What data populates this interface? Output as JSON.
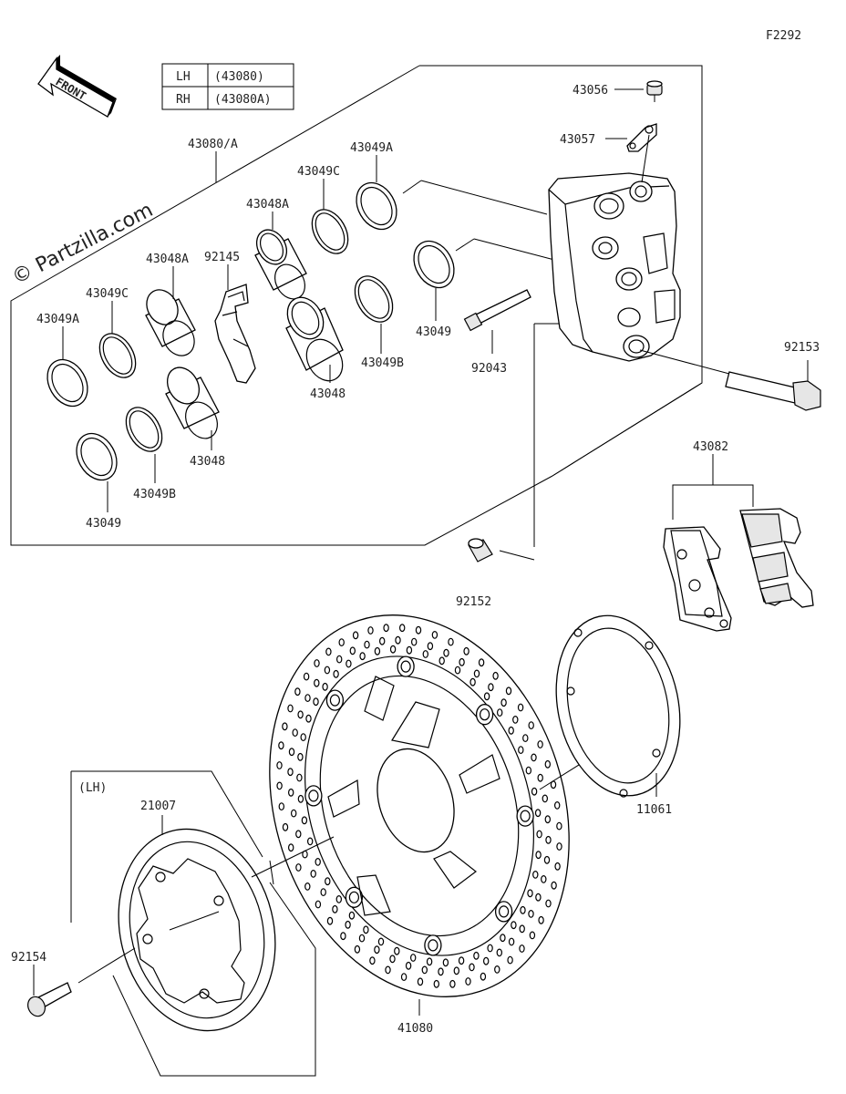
{
  "figure_code": "F2292",
  "watermark": "© Partzilla.com",
  "front_arrow": "FRONT",
  "legend": {
    "rows": [
      {
        "side": "LH",
        "part": "(43080)"
      },
      {
        "side": "RH",
        "part": "(43080A)"
      }
    ]
  },
  "lh_label": "(LH)",
  "labels": {
    "p43080a": "43080/A",
    "p43049a_top": "43049A",
    "p43049c_top": "43049C",
    "p43048a_top": "43048A",
    "p92145": "92145",
    "p43048a_left": "43048A",
    "p43049c_left": "43049C",
    "p43049a_left": "43049A",
    "p43048_mid": "43048",
    "p43049b_mid": "43049B",
    "p43049_mid": "43049",
    "p92043": "92043",
    "p43048_low": "43048",
    "p43049b_low": "43049B",
    "p43049_low": "43049",
    "p43056": "43056",
    "p43057": "43057",
    "p92153": "92153",
    "p43082": "43082",
    "p92152": "92152",
    "p11061": "11061",
    "p21007": "21007",
    "p92154": "92154",
    "p41080": "41080"
  }
}
